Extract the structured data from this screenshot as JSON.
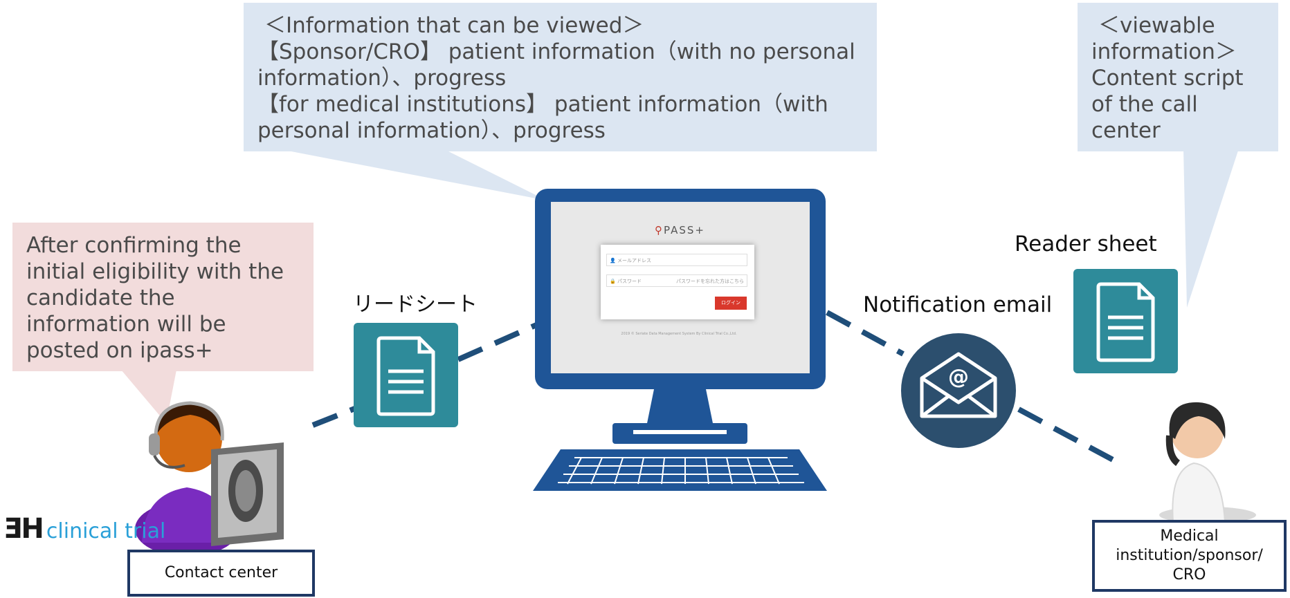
{
  "top_callout": {
    "lines": [
      "＜Information that can be viewed＞",
      "【Sponsor/CRO】 patient information（with no personal",
      "information）、progress",
      "【for medical institutions】 patient information（with",
      "personal information）、progress"
    ]
  },
  "right_callout": {
    "lines": [
      "＜viewable",
      "information＞",
      "Content script",
      "of the call",
      "center"
    ]
  },
  "left_callout": {
    "lines": [
      "After confirming the",
      "initial eligibility with the",
      "candidate the",
      "information will be",
      "posted on ipass+"
    ]
  },
  "labels": {
    "lead_sheet_jp": "リードシート",
    "reader_sheet": "Reader sheet",
    "notification_email": "Notification email"
  },
  "boxes": {
    "contact_center": "Contact center",
    "medical_institution_lines": [
      "Medical",
      "institution/sponsor/",
      "CRO"
    ]
  },
  "logo": {
    "mark": "ƎH",
    "text": "clinical trial"
  },
  "login_screen": {
    "brand": "PASS+",
    "email_placeholder": "メールアドレス",
    "password_placeholder": "パスワード",
    "forgot_link": "パスワードを忘れた方はこちら",
    "login_button": "ログイン",
    "footer": "2019 © Seriate Data Management System By Clinical Trial Co.,Ltd."
  },
  "colors": {
    "callout_blue": "#dce6f2",
    "callout_pink": "#f2dcdc",
    "monitor_blue": "#1f5597",
    "doc_teal": "#2e8b9a",
    "email_circle": "#2c4f6e",
    "dash_line": "#1f4e79",
    "box_border": "#1f3864",
    "logo_blue": "#2aa0d8"
  }
}
